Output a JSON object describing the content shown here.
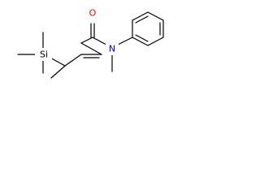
{
  "molecule": {
    "atom_labels": {
      "oxygen": "O",
      "nitrogen": "N",
      "silicon": "Si"
    },
    "colors": {
      "oxygen": "#ff0000",
      "nitrogen": "#0000ff",
      "silicon": "#000000",
      "bond": "#000000"
    }
  }
}
